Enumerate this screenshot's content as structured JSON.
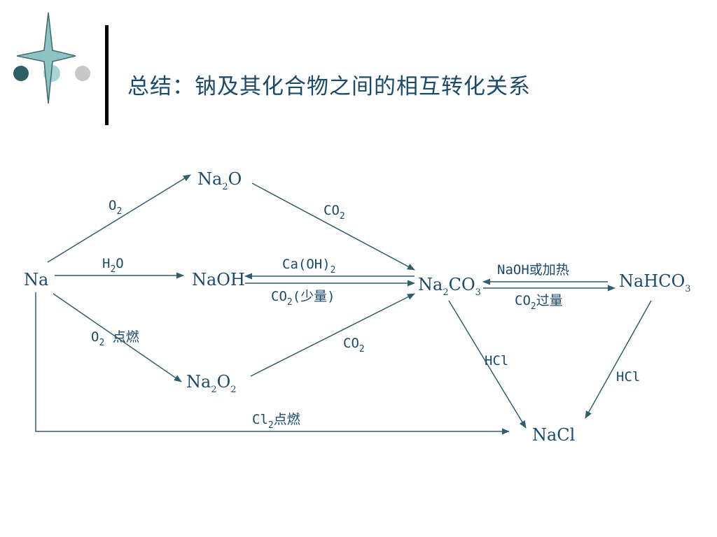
{
  "slide": {
    "title": "总结：钠及其化合物之间的相互转化关系"
  },
  "nodes": {
    "na": "Na",
    "na2o_main": "Na",
    "na2o_sub": "2",
    "na2o_tail": "O",
    "naoh": "NaOH",
    "na2co3_main": "Na",
    "na2co3_sub": "2",
    "na2co3_mid": "CO",
    "na2co3_sub2": "3",
    "nahco3_main": "NaHCO",
    "nahco3_sub": "3",
    "na2o2_main": "Na",
    "na2o2_sub": "2",
    "na2o2_mid": "O",
    "na2o2_sub2": "2",
    "nacl": "NaCl"
  },
  "edges": {
    "na_to_na2o": {
      "main": "O",
      "sub": "2"
    },
    "na_to_naoh": {
      "main1": "H",
      "sub": "2",
      "main2": "O"
    },
    "na_to_na2o2": {
      "main": "O",
      "sub": "2",
      "tail": " 点燃"
    },
    "na2o_to_na2co3": {
      "main": "CO",
      "sub": "2"
    },
    "na2co3_to_naoh": {
      "main": "Ca(OH)",
      "sub": "2"
    },
    "naoh_to_na2co3": {
      "main": "CO",
      "sub": "2",
      "tail": "(少量)"
    },
    "na2o2_to_na2co3": {
      "main": "CO",
      "sub": "2"
    },
    "nahco3_to_na2co3": {
      "main": "NaOH或加热"
    },
    "na2co3_to_nahco3": {
      "main": "CO",
      "sub": "2",
      "tail": "过量"
    },
    "na2co3_to_nacl": {
      "main": "HCl"
    },
    "nahco3_to_nacl": {
      "main": "HCl"
    },
    "na_to_nacl": {
      "main": "Cl",
      "sub": "2",
      "tail": "点燃"
    }
  },
  "colors": {
    "text": "#1a4a6c",
    "arrow": "#2f5f6f",
    "star_fill": "#8fc3c3",
    "star_stroke": "#3f6f72",
    "dot_dark": "#2f5f62",
    "dot_light": "#a8d4d4",
    "dot_gray": "#c8c8c8"
  }
}
